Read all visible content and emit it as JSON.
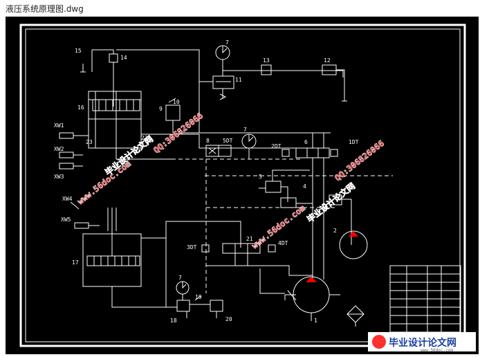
{
  "window": {
    "title": "液压系统原理图.dwg"
  },
  "diagram": {
    "part_labels": {
      "p15": "15",
      "p14": "14",
      "p16": "16",
      "p7a": "7",
      "p11": "11",
      "p13": "13",
      "p12": "12",
      "p10": "10",
      "p9": "9",
      "p23": "23",
      "p22": "22",
      "p8": "8",
      "p5dt": "5DT",
      "p7b": "7",
      "p2dt": "2DT",
      "p6": "6",
      "p1dt": "1DT",
      "p5": "5",
      "p4": "4",
      "p2": "2",
      "p3dt": "3DT",
      "p21": "21",
      "p4dt": "4DT",
      "p17": "17",
      "p7c": "7",
      "p19": "19",
      "p18": "18",
      "p20": "20",
      "p1": "1"
    },
    "sensor_labels": {
      "xw1": "XW1",
      "xw2": "XW2",
      "xw3": "XW3",
      "xw4": "XW4",
      "xw5": "XW5"
    },
    "watermarks": {
      "site_a": "www.56doc.com",
      "brand_a": "毕业设计论文网",
      "qq_a": "QQ:306826066",
      "site_b": "www.56doc.com",
      "brand_b": "毕业设计论文网",
      "qq_b": "QQ:306826066",
      "logo_brand": "毕业设计论文网",
      "logo_site": "www.56doc.com"
    },
    "colors": {
      "background": "#000000",
      "lines": "#ffffff",
      "pump_symbol": "#ff0000",
      "watermark": "#ff0000"
    }
  }
}
